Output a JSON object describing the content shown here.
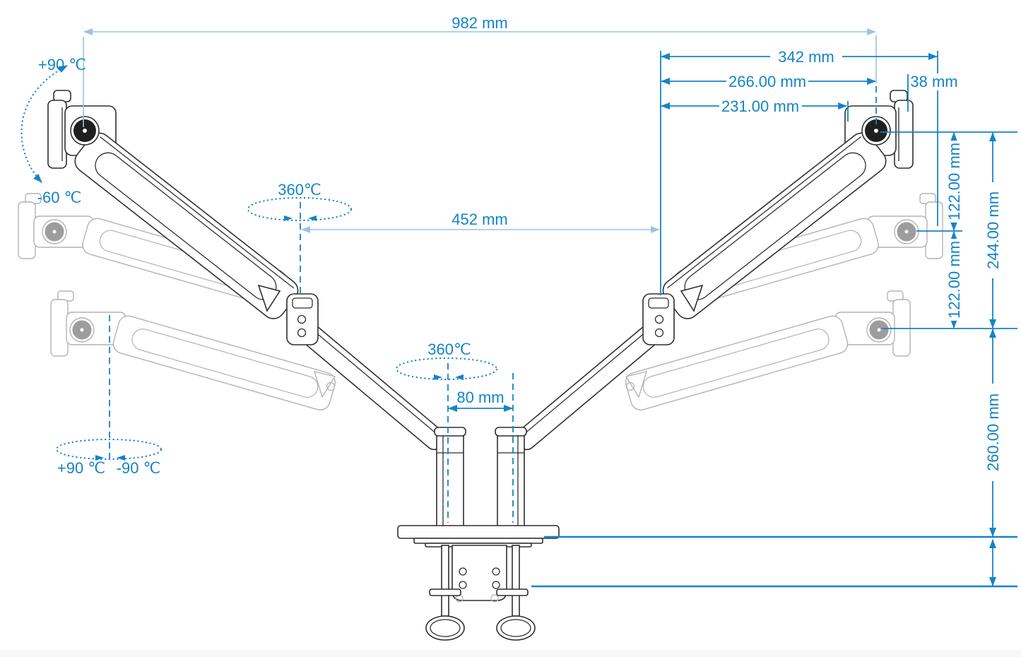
{
  "diagram": {
    "type": "monitor-arm-dimension-drawing",
    "description_visible_content_only": true,
    "colors": {
      "dimension_strong": "#1484c7",
      "dimension_light": "#9cc3e2",
      "drawing_outline": "#2f2f2f",
      "ghost_outline": "#b3b3b3",
      "pivot_disc": "#1f1f1f",
      "ghost_disc": "#9d9d9d",
      "background": "#ffffff",
      "footer_bar": "#f7f7f9"
    },
    "labels": {
      "dim_982": "982 mm",
      "dim_342": "342 mm",
      "dim_266": "266.00 mm",
      "dim_38": "38 mm",
      "dim_231": "231.00 mm",
      "dim_122_upper": "122.00 mm",
      "dim_122_lower": "122.00 mm",
      "dim_244": "244.00 mm",
      "dim_260": "260.00 mm",
      "dim_452": "452 mm",
      "dim_80": "80 mm",
      "rot_360_upper": "360℃",
      "rot_360_center": "360℃",
      "tilt_plus90": "+90 ℃",
      "tilt_minus60": "-60 ℃",
      "swivel_plus90": "+90 ℃",
      "swivel_minus90": "-90 ℃"
    }
  }
}
